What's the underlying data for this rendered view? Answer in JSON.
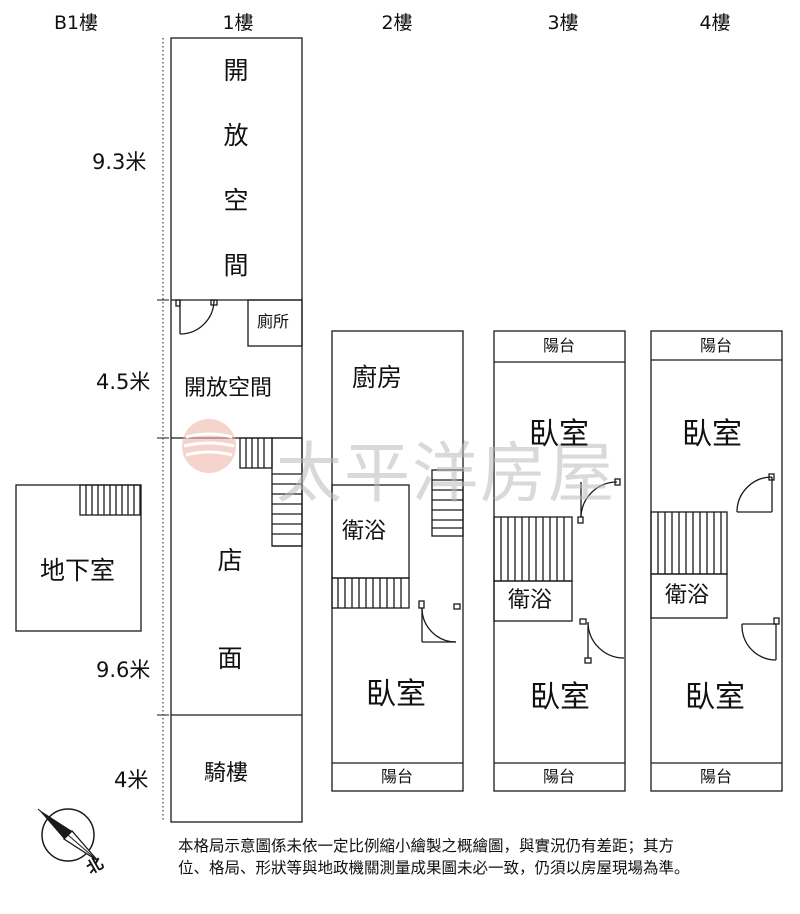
{
  "floors": {
    "b1": "B1樓",
    "f1": "1樓",
    "f2": "2樓",
    "f3": "3樓",
    "f4": "4樓"
  },
  "dimensions": {
    "d1": "9.3米",
    "d2": "4.5米",
    "d3": "9.6米",
    "d4": "4米"
  },
  "rooms": {
    "b1_basement": "地下室",
    "f1_open_space_chars": [
      "開",
      "放",
      "空",
      "間"
    ],
    "f1_toilet": "廁所",
    "f1_open_space": "開放空間",
    "f1_store_chars": [
      "店",
      "面"
    ],
    "f1_arcade": "騎樓",
    "f2_kitchen": "廚房",
    "f2_bath": "衛浴",
    "f2_bedroom": "臥室",
    "f2_balcony": "陽台",
    "f3_balcony_top": "陽台",
    "f3_bedroom_top": "臥室",
    "f3_bath": "衛浴",
    "f3_bedroom_bottom": "臥室",
    "f3_balcony_bottom": "陽台",
    "f4_balcony_top": "陽台",
    "f4_bedroom_top": "臥室",
    "f4_bath": "衛浴",
    "f4_bedroom_bottom": "臥室",
    "f4_balcony_bottom": "陽台"
  },
  "watermark": "太平洋房屋",
  "compass_label": "北",
  "disclaimer": {
    "line1": "本格局示意圖係未依一定比例縮小繪製之概繪圖，與實況仍有差距；其方",
    "line2": "位、格局、形狀等與地政機關測量成果圖未必一致，仍須以房屋現場為準。"
  },
  "colors": {
    "line": "#1a1a1a",
    "watermark_text": "#b9b9b9",
    "watermark_logo": "#e8a49a"
  }
}
